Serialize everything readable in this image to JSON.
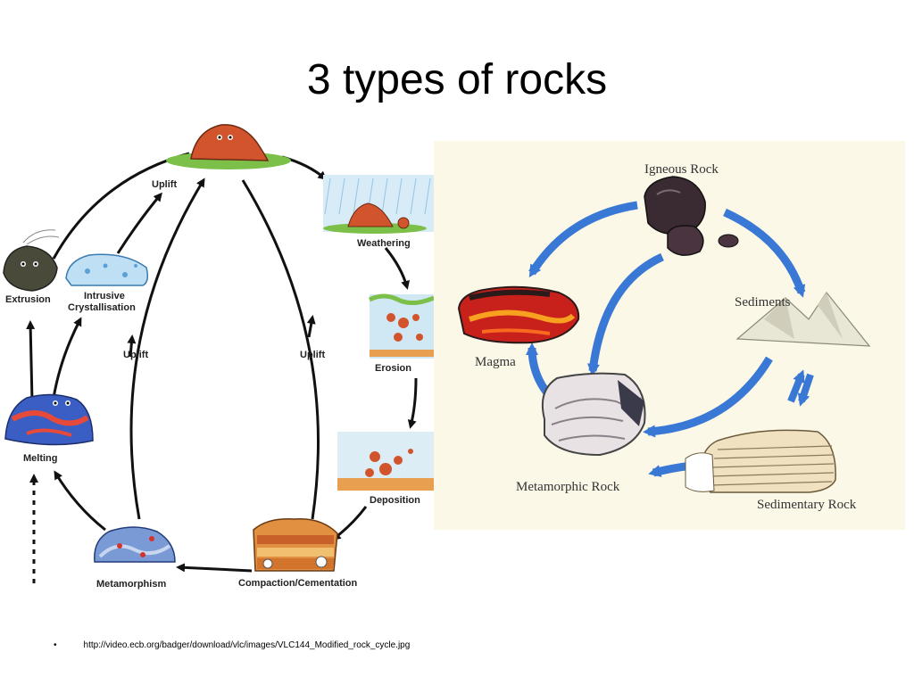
{
  "slide": {
    "title": "3 types of rocks"
  },
  "left_diagram": {
    "labels": {
      "uplift_top": "Uplift",
      "weathering": "Weathering",
      "erosion": "Erosion",
      "deposition": "Deposition",
      "compaction": "Compaction/Cementation",
      "metamorphism": "Metamorphism",
      "melting": "Melting",
      "extrusion": "Extrusion",
      "intrusive_1": "Intrusive",
      "intrusive_2": "Crystallisation",
      "uplift_left": "Uplift",
      "uplift_right": "Uplift"
    }
  },
  "right_diagram": {
    "labels": {
      "igneous": "Igneous Rock",
      "sediments": "Sediments",
      "magma": "Magma",
      "metamorphic": "Metamorphic Rock",
      "sedimentary": "Sedimentary Rock"
    }
  },
  "footer": {
    "bullet": "•",
    "source_url": "http://video.ecb.org/badger/download/vlc/images/VLC144_Modified_rock_cycle.jpg"
  }
}
